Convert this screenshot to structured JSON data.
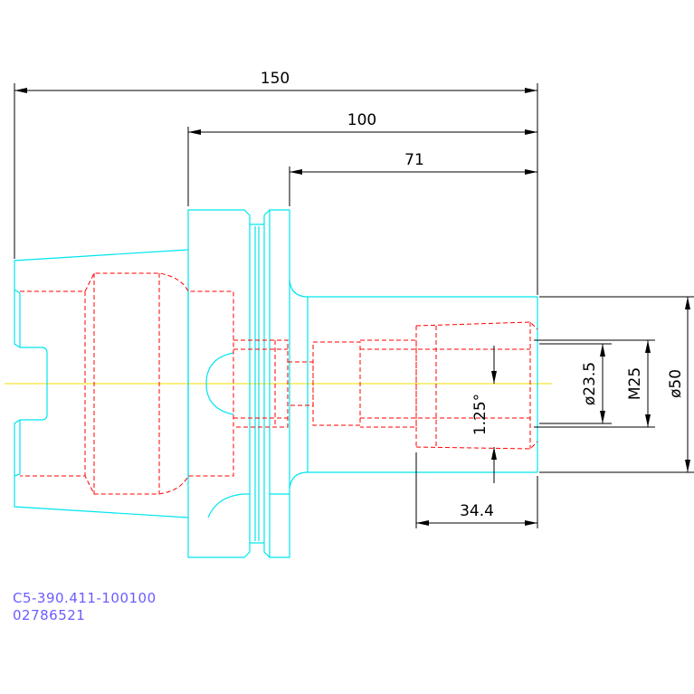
{
  "drawing": {
    "dimensions": {
      "overall_length": "150",
      "length_flange": "100",
      "length_body": "71",
      "bore_depth": "34.4",
      "diameter_bore": "ø23.5",
      "thread": "M25",
      "diameter_outer": "ø50",
      "taper_angle": "1.25°"
    },
    "part": {
      "code": "C5-390.411-100100",
      "number": "02786521"
    }
  },
  "colors": {
    "outline": "#00e5ee",
    "hidden": "#ff0000",
    "centerline": "#f0e000",
    "dimension": "#000000",
    "label": "#6a5cff"
  }
}
